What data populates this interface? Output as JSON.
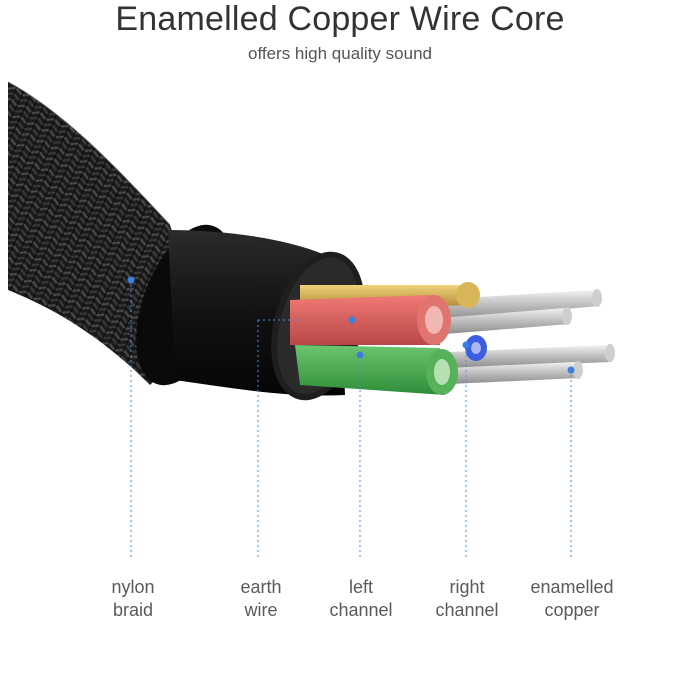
{
  "header": {
    "title": "Enamelled Copper Wire Core",
    "subtitle": "offers high quality sound"
  },
  "labels": {
    "nylon_braid": [
      "nylon",
      "braid"
    ],
    "earth_wire": [
      "earth",
      "wire"
    ],
    "left_channel": [
      "left",
      "channel"
    ],
    "right_channel": [
      "right",
      "channel"
    ],
    "enamelled_copper": [
      "enamelled",
      "copper"
    ]
  },
  "colors": {
    "background": "#ffffff",
    "cable": "#1c1c1c",
    "earth_wire": "#c9a84a",
    "left_channel": "#3fae48",
    "red_core": "#e0605f",
    "right_channel": "#3b5de0",
    "copper_strands": "#d6d6d6",
    "pointer": "#4a90d9"
  }
}
